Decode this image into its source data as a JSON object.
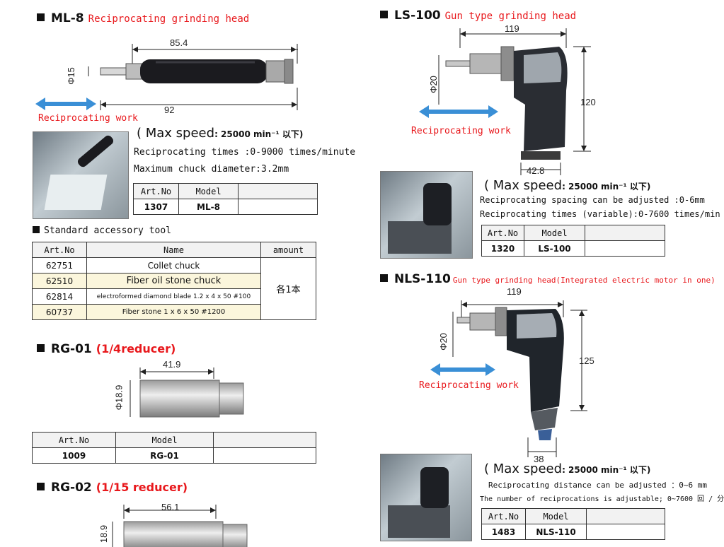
{
  "ml8": {
    "code": "ML-8",
    "desc": "Reciprocating grinding head",
    "dim_len": "85.4",
    "dim_total": "92",
    "dim_dia": "Φ15",
    "work": "Reciprocating work",
    "speed_label": "( Max speed",
    "speed_value": ": 25000 min⁻¹ 以下)",
    "spec1": "Reciprocating times :0-9000 times/minute",
    "spec2": "Maximum chuck diameter:3.2mm",
    "table": {
      "h1": "Art.No",
      "h2": "Model",
      "artno": "1307",
      "model": "ML-8"
    }
  },
  "accessory": {
    "title": "Standard accessory tool",
    "headers": [
      "Art.No",
      "Name",
      "amount"
    ],
    "amount": "各1本",
    "rows": [
      {
        "artno": "62751",
        "name": "Collet chuck"
      },
      {
        "artno": "62510",
        "name": "Fiber oil stone chuck"
      },
      {
        "artno": "62814",
        "name": "electroformed diamond blade 1.2 x 4 x 50  #100"
      },
      {
        "artno": "60737",
        "name": "Fiber stone 1 x 6 x 50  #1200"
      }
    ]
  },
  "rg01": {
    "code": "RG-01",
    "desc": "(1/4reducer)",
    "dim_len": "41.9",
    "dim_dia": "Φ18.9",
    "table": {
      "h1": "Art.No",
      "h2": "Model",
      "artno": "1009",
      "model": "RG-01"
    }
  },
  "rg02": {
    "code": "RG-02",
    "desc": "(1/15 reducer)",
    "dim_len": "56.1",
    "dim_dia": "18.9"
  },
  "ls100": {
    "code": "LS-100",
    "desc": "Gun type grinding head",
    "dim_w": "119",
    "dim_h": "120",
    "dim_b": "42.8",
    "dim_dia": "Φ20",
    "work": "Reciprocating work",
    "speed_label": "( Max speed",
    "speed_value": ": 25000 min⁻¹ 以下)",
    "spec1": "Reciprocating spacing can be adjusted :0-6mm",
    "spec2": "Reciprocating times (variable):0-7600 times/min",
    "table": {
      "h1": "Art.No",
      "h2": "Model",
      "artno": "1320",
      "model": "LS-100"
    }
  },
  "nls110": {
    "code": "NLS-110",
    "desc": "Gun type grinding head(Integrated electric motor in one)",
    "dim_w": "119",
    "dim_h": "125",
    "dim_b": "38",
    "dim_dia": "Φ20",
    "work": "Reciprocating work",
    "speed_label": "( Max speed",
    "speed_value": ": 25000 min⁻¹ 以下)",
    "spec1": "Reciprocating distance can be adjusted ：0~6 mm",
    "spec2": "The number of reciprocations is adjustable; 0~7600 回 / 分",
    "table": {
      "h1": "Art.No",
      "h2": "Model",
      "artno": "1483",
      "model": "NLS-110"
    }
  },
  "colors": {
    "accent_red": "#e8181c",
    "arrow_blue": "#3a8fd6"
  }
}
